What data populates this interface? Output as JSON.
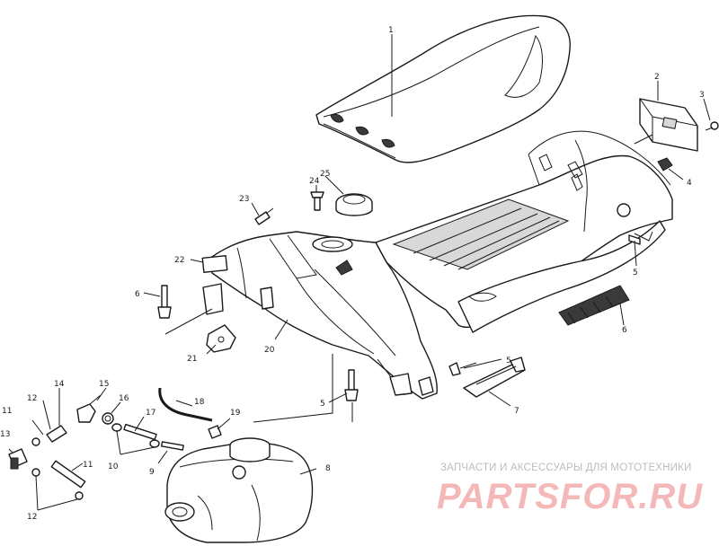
{
  "callouts": {
    "c1": "1",
    "c2": "2",
    "c3": "3",
    "c4": "4",
    "c5a": "5",
    "c5b": "5",
    "c5c": "5",
    "c6a": "6",
    "c6b": "6",
    "c7": "7",
    "c8": "8",
    "c9": "9",
    "c10": "10",
    "c11": "11",
    "c11b": "11",
    "c12a": "12",
    "c12b": "12",
    "c13": "13",
    "c14": "14",
    "c15": "15",
    "c16": "16",
    "c17": "17",
    "c18": "18",
    "c19": "19",
    "c20": "20",
    "c21": "21",
    "c22": "22",
    "c23": "23",
    "c24": "24",
    "c25": "25"
  },
  "watermark": {
    "subtitle": "ЗАПЧАСТИ И АКСЕССУАРЫ ДЛЯ МОТОТЕХНИКИ",
    "brand": "PARTSFOR.RU"
  }
}
